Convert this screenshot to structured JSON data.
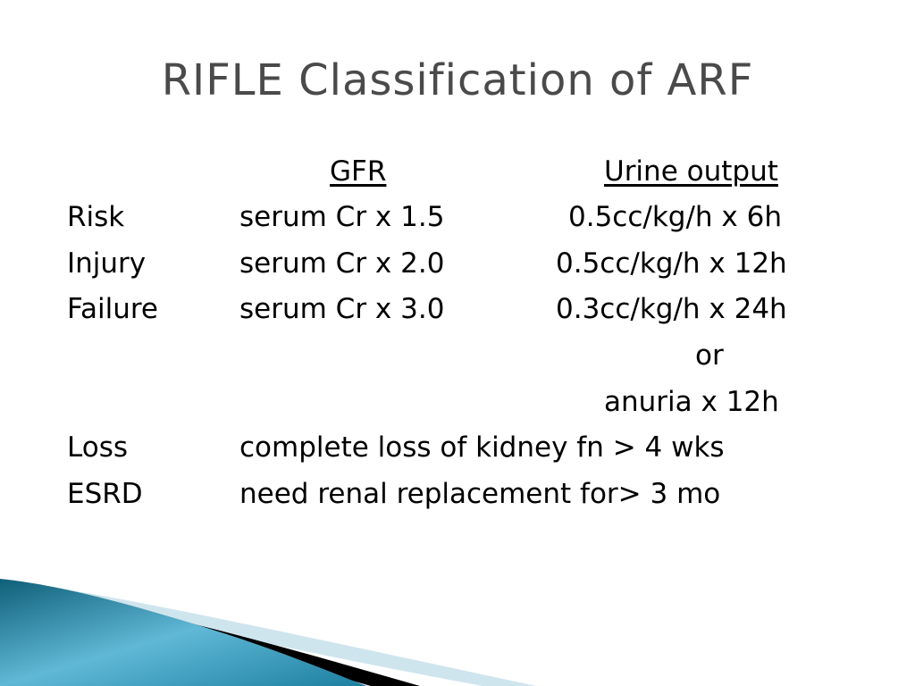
{
  "title": "RIFLE Classification of ARF",
  "headers": {
    "gfr": "GFR",
    "urine_output": "Urine output"
  },
  "rows": [
    {
      "label": "Risk",
      "gfr": "serum Cr x 1.5",
      "urine": "0.5cc/kg/h x 6h"
    },
    {
      "label": "Injury",
      "gfr": "serum Cr x 2.0",
      "urine": "0.5cc/kg/h x 12h"
    },
    {
      "label": "Failure",
      "gfr": "serum Cr x 3.0",
      "urine": "0.3cc/kg/h x 24h"
    }
  ],
  "failure_alt": {
    "or": "or",
    "text": "anuria x 12h"
  },
  "extra_rows": [
    {
      "label": "Loss",
      "text": "complete loss of kidney fn > 4 wks"
    },
    {
      "label": "ESRD",
      "text": "need renal replacement for> 3 mo"
    }
  ],
  "colors": {
    "title": "#4a4a4a",
    "accent_dark": "#0f5f78",
    "accent_light": "#5fb8d6",
    "band_black": "#000000",
    "band_pale": "#cfe5ee"
  }
}
